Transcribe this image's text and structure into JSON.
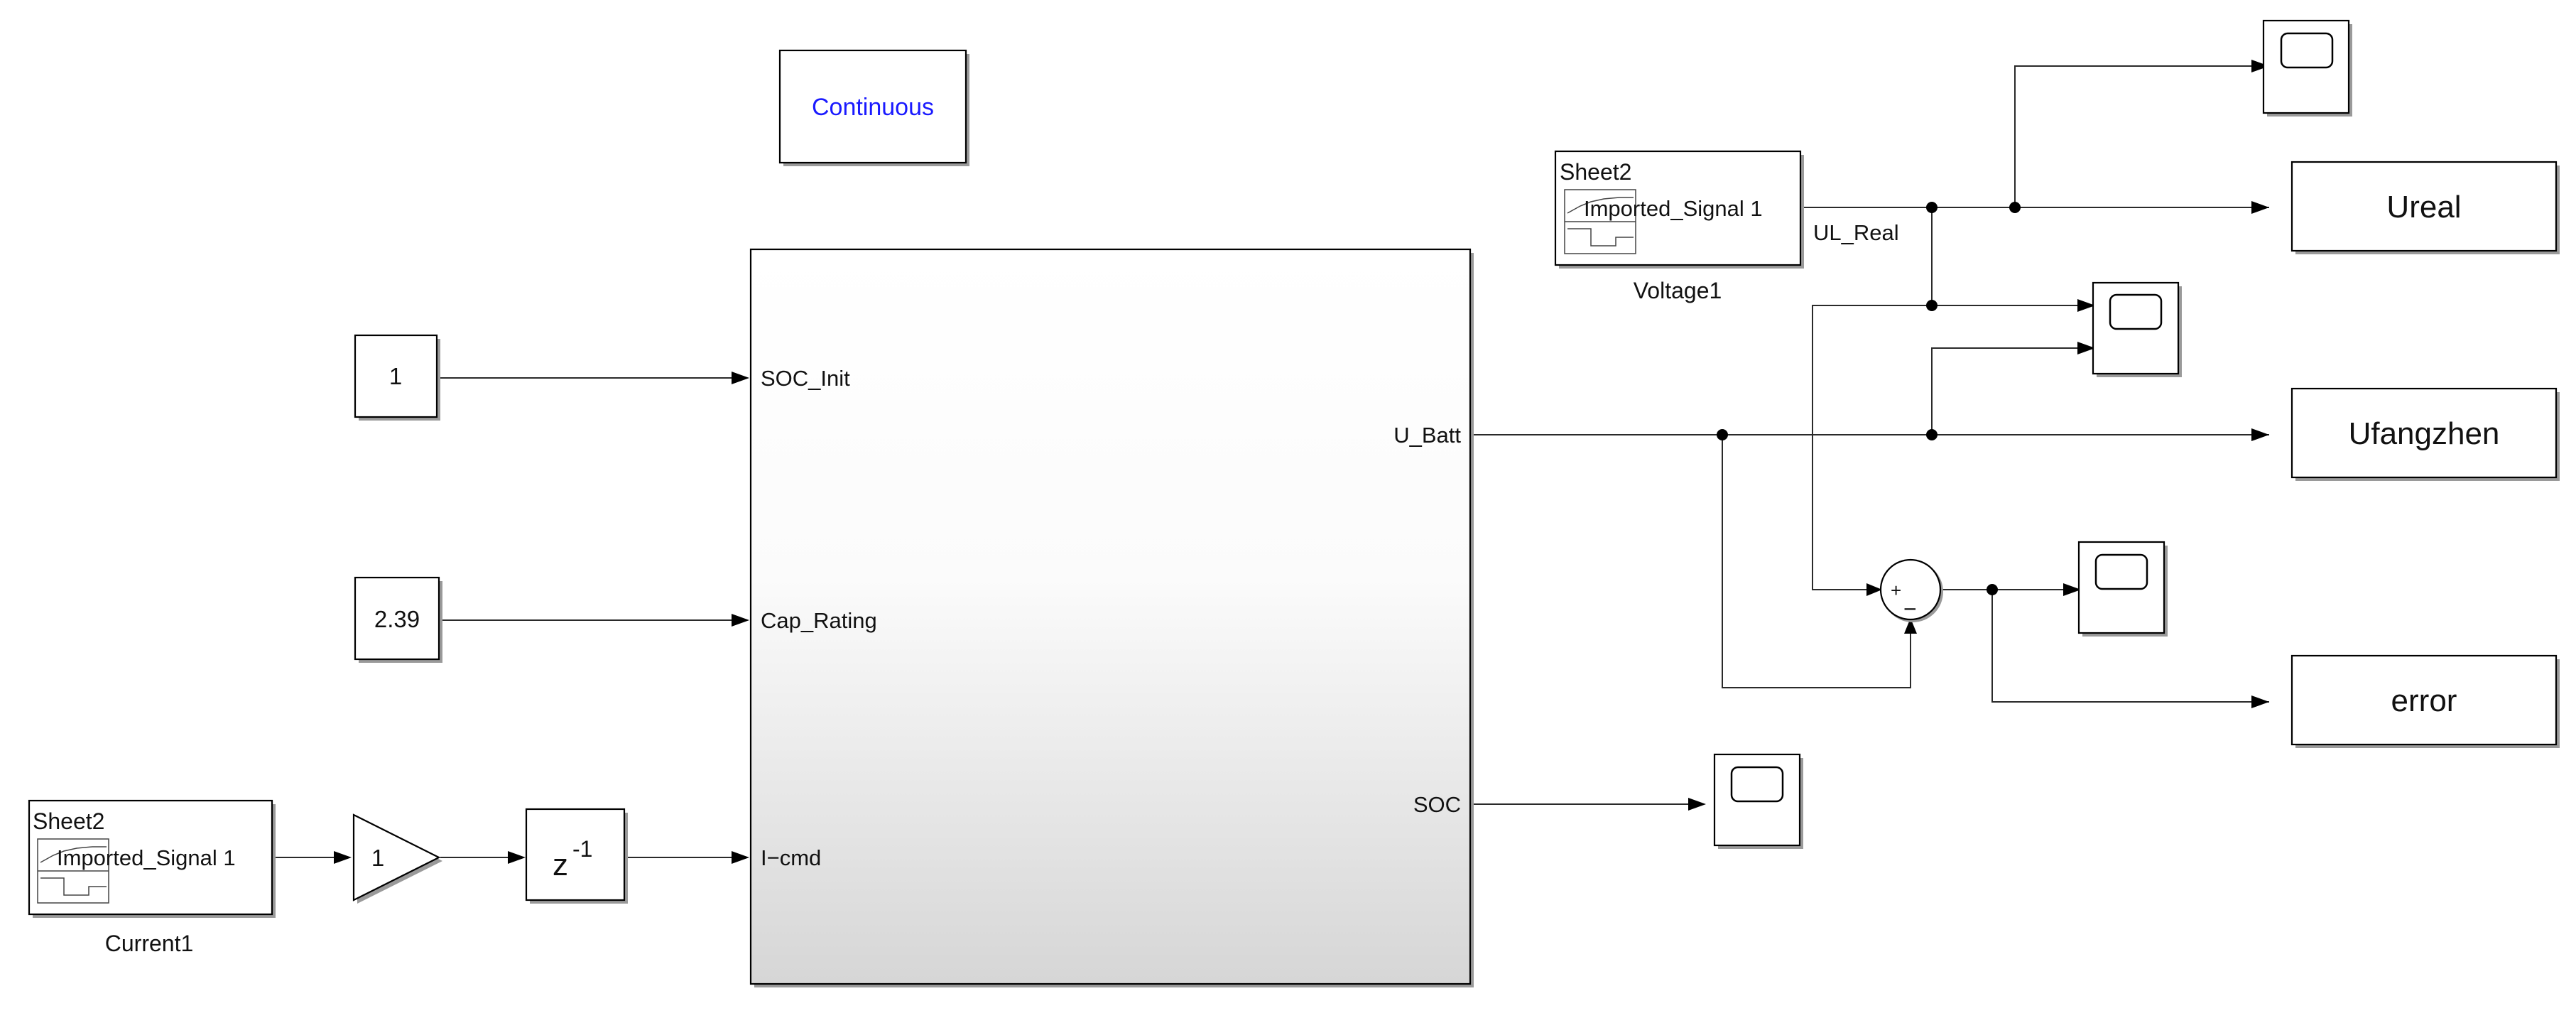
{
  "solver_block": {
    "text": "Continuous",
    "text_color": "#1a1aff"
  },
  "constants": [
    {
      "id": "const-soc-init",
      "value": "1"
    },
    {
      "id": "const-cap-rating",
      "value": "2.39"
    }
  ],
  "signal_builders": [
    {
      "id": "voltage-source",
      "sheet": "Sheet2",
      "signal": "Imported_Signal 1",
      "name": "Voltage1",
      "output_signal": "UL_Real"
    },
    {
      "id": "current-source",
      "sheet": "Sheet2",
      "signal": "Imported_Signal 1",
      "name": "Current1"
    }
  ],
  "gain": {
    "value": "1"
  },
  "unit_delay": {
    "base": "z",
    "exponent": "-1"
  },
  "subsystem": {
    "inputs": [
      "SOC_Init",
      "Cap_Rating",
      "I−cmd"
    ],
    "outputs": [
      "U_Batt",
      "SOC"
    ]
  },
  "sum_block": {
    "signs": [
      "+",
      "−"
    ]
  },
  "outports": [
    {
      "id": "outport-ureal",
      "label": "Ureal"
    },
    {
      "id": "outport-ufangzhen",
      "label": "Ufangzhen"
    },
    {
      "id": "outport-error",
      "label": "error"
    }
  ],
  "scopes": [
    "scope-ureal",
    "scope-compare",
    "scope-error",
    "scope-soc"
  ],
  "colors": {
    "subsystem_top": "#ffffff",
    "subsystem_bottom": "#d6d6d6",
    "solver_text": "#1a1aff"
  }
}
